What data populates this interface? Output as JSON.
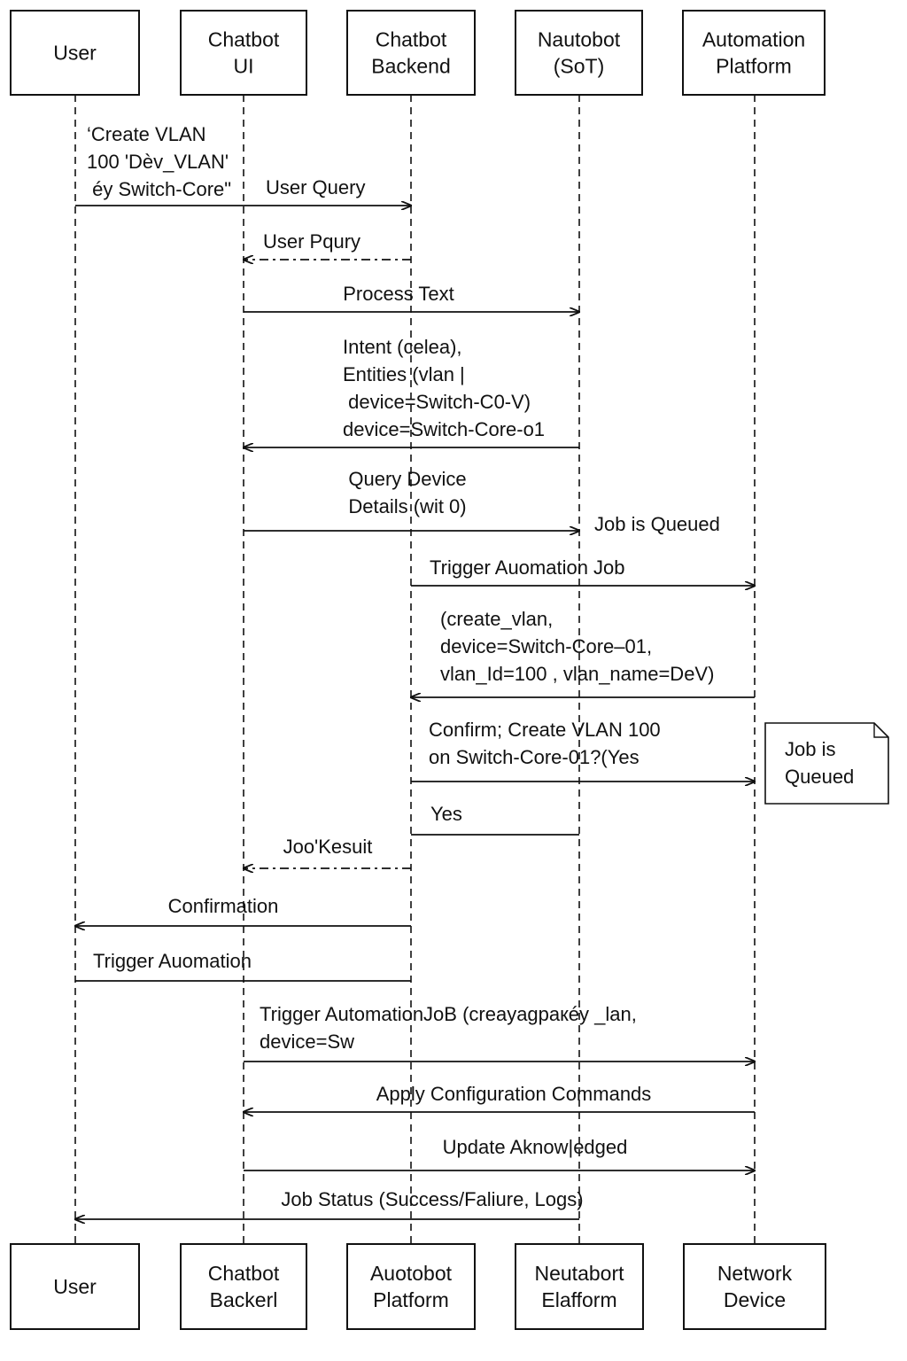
{
  "diagram": {
    "type": "sequence",
    "colors": {
      "line": "#111111",
      "background": "#ffffff",
      "box_fill": "#ffffff",
      "note_fill": "#ffffff"
    },
    "participants_top": [
      {
        "lines": [
          "User"
        ]
      },
      {
        "lines": [
          "Chatbot",
          "UI"
        ]
      },
      {
        "lines": [
          "Chatbot",
          "Backend"
        ]
      },
      {
        "lines": [
          "Nautobot",
          "(SoT)"
        ]
      },
      {
        "lines": [
          "Automation",
          "Platform"
        ]
      }
    ],
    "participants_bottom": [
      {
        "lines": [
          "User"
        ]
      },
      {
        "lines": [
          "Chatbot",
          "Backerl"
        ]
      },
      {
        "lines": [
          "Auotobot",
          "Platform"
        ]
      },
      {
        "lines": [
          "Neutabort",
          "Elafform"
        ]
      },
      {
        "lines": [
          "Network",
          "Device"
        ]
      }
    ],
    "messages": [
      {
        "from": 0,
        "to": 2,
        "style": "solid",
        "arrow": true,
        "lines": [
          "User Query"
        ]
      },
      {
        "from": 2,
        "to": 1,
        "style": "dashdot",
        "arrow": true,
        "lines": [
          "User Pqury"
        ]
      },
      {
        "from": 1,
        "to": 3,
        "style": "solid",
        "arrow": true,
        "lines": [
          "Process Text"
        ]
      },
      {
        "from": 3,
        "to": 1,
        "style": "solid",
        "arrow": true,
        "lines": [
          "Intent (celea),",
          "Entities (vlan |",
          " device=Switch-C0-V)",
          "device=Switch-Core-o1"
        ]
      },
      {
        "from": 1,
        "to": 3,
        "style": "solid",
        "arrow": true,
        "lines": [
          "Query Device",
          "Details (wit 0)"
        ]
      },
      {
        "from": 2,
        "to": 4,
        "style": "solid",
        "arrow": true,
        "lines": [
          "Trigger Auomation Job"
        ]
      },
      {
        "from": 4,
        "to": 2,
        "style": "solid",
        "arrow": true,
        "lines": [
          "(create_vlan,",
          "device=Switch-Core–01,",
          "vlan_Id=100 , vlan_name=DeV)"
        ]
      },
      {
        "from": 2,
        "to": 4,
        "style": "solid",
        "arrow": true,
        "lines": [
          "Confirm; Create VLAN 100",
          "on Switch-Core-01?(Yes"
        ]
      },
      {
        "from": 3,
        "to": 2,
        "style": "solid",
        "arrow": false,
        "lines": [
          "Yes"
        ]
      },
      {
        "from": 2,
        "to": 1,
        "style": "dashdot",
        "arrow": true,
        "lines": [
          "Joo'Kesuit"
        ]
      },
      {
        "from": 2,
        "to": 0,
        "style": "solid",
        "arrow": true,
        "lines": [
          "Confirmation"
        ]
      },
      {
        "from": 0,
        "to": 2,
        "style": "solid",
        "arrow": false,
        "lines": [
          "Trigger Auomation"
        ]
      },
      {
        "from": 1,
        "to": 4,
        "style": "solid",
        "arrow": true,
        "lines": [
          "Trigger AutomationJoB (creayagpакéу _lan,",
          "device=Sw"
        ]
      },
      {
        "from": 4,
        "to": 1,
        "style": "solid",
        "arrow": true,
        "lines": [
          "Apply Configuration Commands"
        ]
      },
      {
        "from": 1,
        "to": 4,
        "style": "solid",
        "arrow": true,
        "lines": [
          "Update Aknow|edged"
        ]
      },
      {
        "from": 3,
        "to": 0,
        "style": "solid",
        "arrow": true,
        "lines": [
          "Job Status (Success/Faliure, Logs)"
        ]
      }
    ],
    "free_texts": [
      {
        "lines": [
          "‘Create VLAN",
          "100 'Dèv_VLAN'",
          " éу Switch-Core\""
        ]
      },
      {
        "lines": [
          "Job is Queued"
        ]
      }
    ],
    "note": {
      "lines": [
        "Job is",
        "Queued"
      ]
    }
  }
}
